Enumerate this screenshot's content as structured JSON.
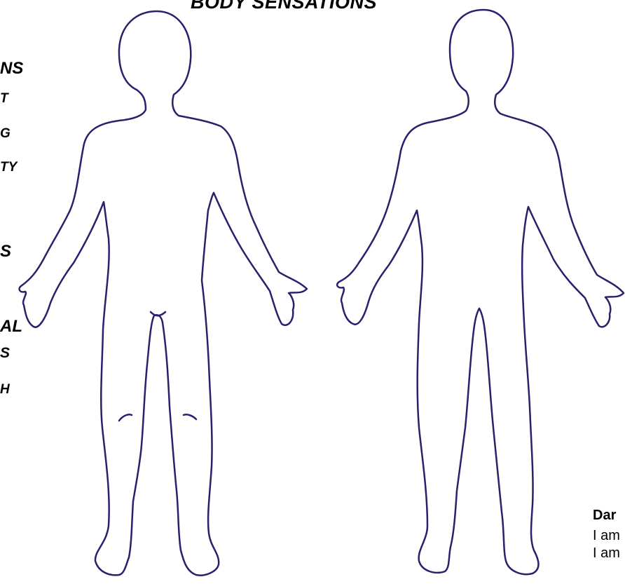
{
  "title": "BODY SENSATIONS",
  "side_labels": [
    "NS",
    "T",
    "G",
    "TY",
    "S",
    "AL",
    "S",
    "H"
  ],
  "note": {
    "heading": "Dar",
    "lines": [
      "I am",
      "I am"
    ]
  }
}
